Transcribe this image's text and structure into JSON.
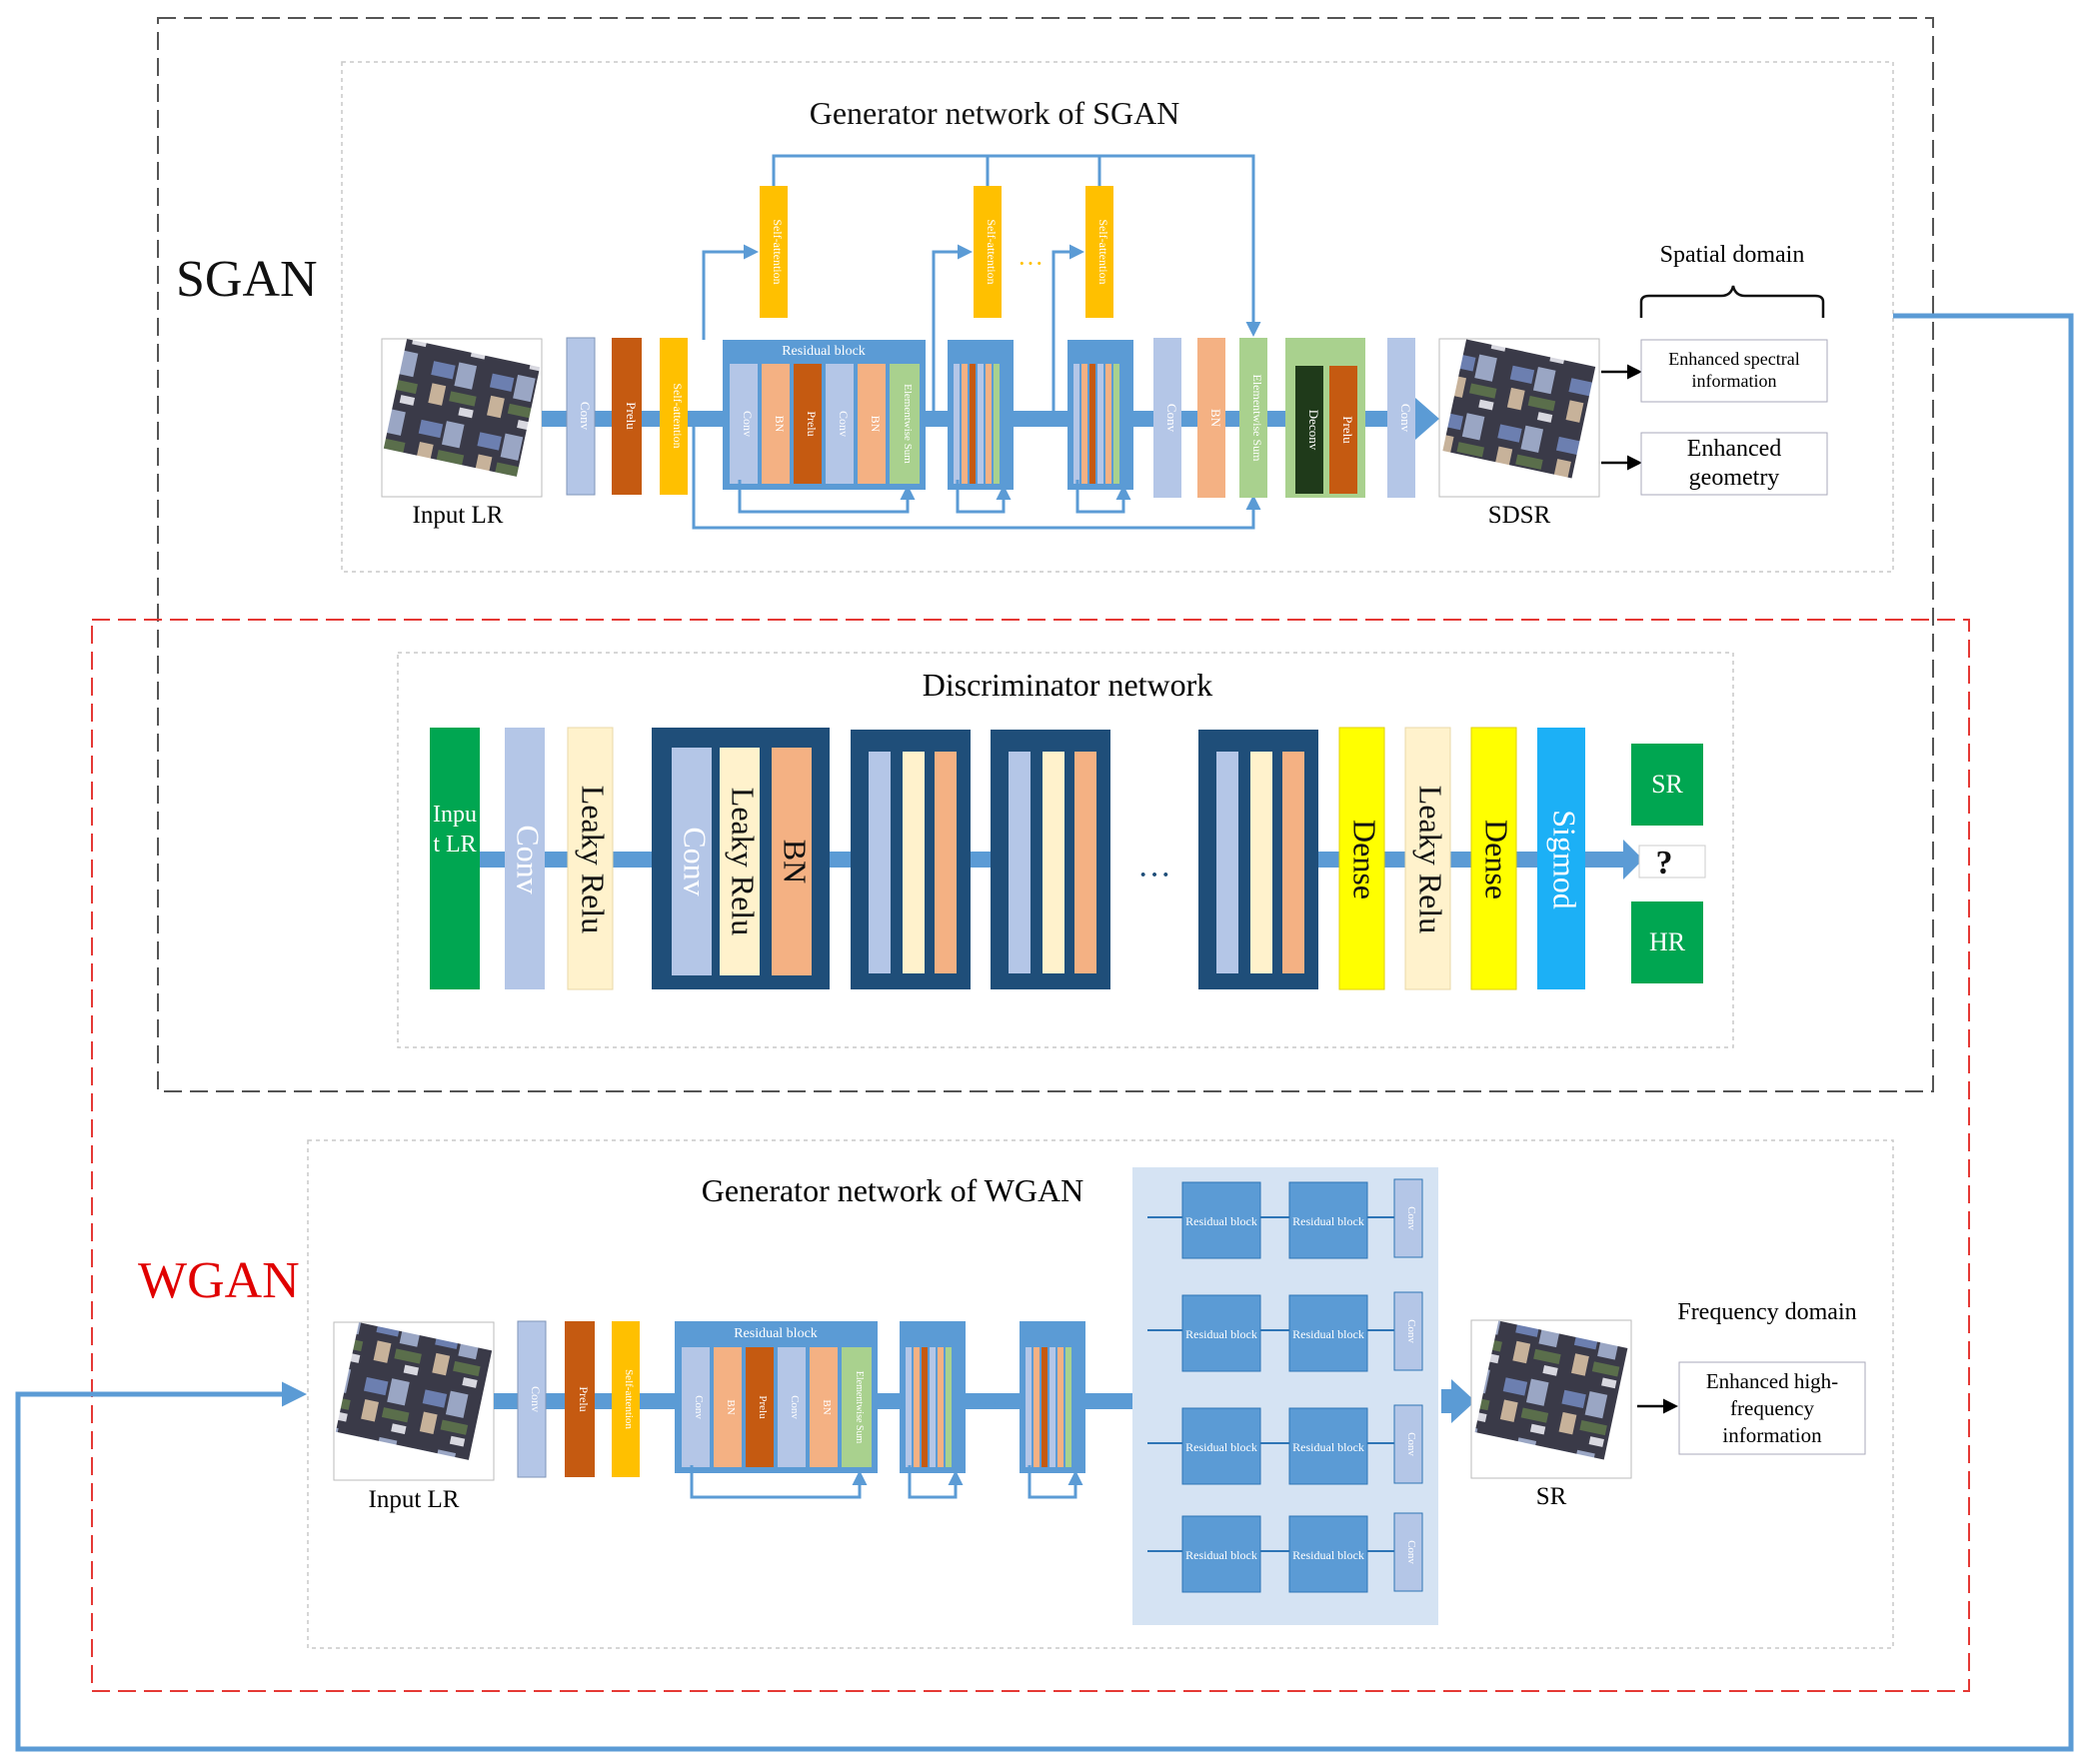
{
  "sgan": {
    "label": "SGAN",
    "title": "Generator network of SGAN",
    "input_label": "Input LR",
    "output_label": "SDSR",
    "residual_block_label": "Residual block",
    "layers": {
      "conv": "Conv",
      "prelu": "Prelu",
      "self_attention": "Self-attention",
      "bn": "BN",
      "elementwise_sum": "Elementwise Sum",
      "deconv": "Deconv"
    },
    "ellipsis": "···",
    "domain_title": "Spatial domain",
    "outputs": [
      "Enhanced spectral information",
      "Enhanced geometry"
    ]
  },
  "discriminator": {
    "title": "Discriminator network",
    "input": "Input LR",
    "layers": {
      "conv": "Conv",
      "leaky_relu": "Leaky Relu",
      "bn": "BN",
      "dense": "Dense",
      "sigmoid": "Sigmod"
    },
    "ellipsis": "···",
    "decision": {
      "sr": "SR",
      "question": "?",
      "hr": "HR"
    }
  },
  "wgan": {
    "label": "WGAN",
    "title": "Generator network of WGAN",
    "input_label": "Input LR",
    "output_label": "SR",
    "residual_block_label": "Residual block",
    "layers": {
      "conv": "Conv",
      "prelu": "Prelu",
      "self_attention": "Self-attention",
      "bn": "BN",
      "elementwise_sum": "Elementwise Sum"
    },
    "ellipsis": "···",
    "panel_blocks": [
      "Residual block",
      "Residual block",
      "Conv"
    ],
    "domain_title": "Frequency domain",
    "output": "Enhanced high-frequency information"
  },
  "colors": {
    "arrow": "#5b9bd5",
    "conv": "#b4c6e7",
    "prelu": "#c55a11",
    "self_attention": "#ffc000",
    "bn": "#f4b183",
    "elementwise_sum": "#a9d18e",
    "deconv": "#1f3a1a",
    "dark_block": "#1f4e79",
    "leaky_relu": "#fff2cc",
    "dense": "#ffff00",
    "sigmoid": "#1cb0f6",
    "green": "#00a651",
    "sgan_frame": "#555555",
    "wgan_frame": "#e53935",
    "wgan_label": "#e00000"
  }
}
